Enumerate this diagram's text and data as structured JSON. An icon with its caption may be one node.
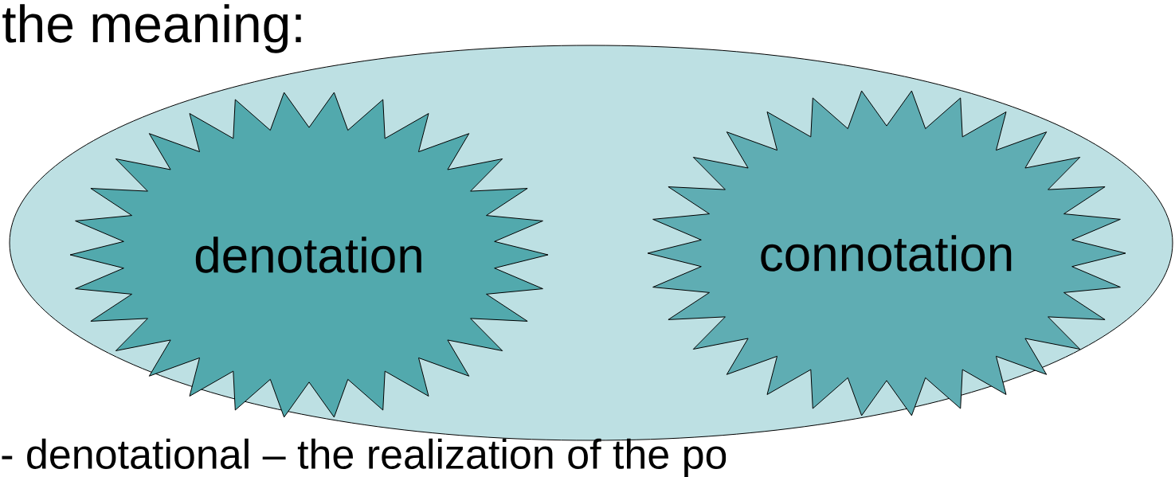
{
  "diagram": {
    "nodes": [
      {
        "text": [],
        "shape": "ellipse"
      },
      {
        "text": [
          "denotation"
        ],
        "in": 0
      },
      {
        "text": [
          "connotation"
        ],
        "in": 0
      }
    ],
    "labels": [
      "the meaning:",
      "- denotational – the realization of the po"
    ]
  }
}
